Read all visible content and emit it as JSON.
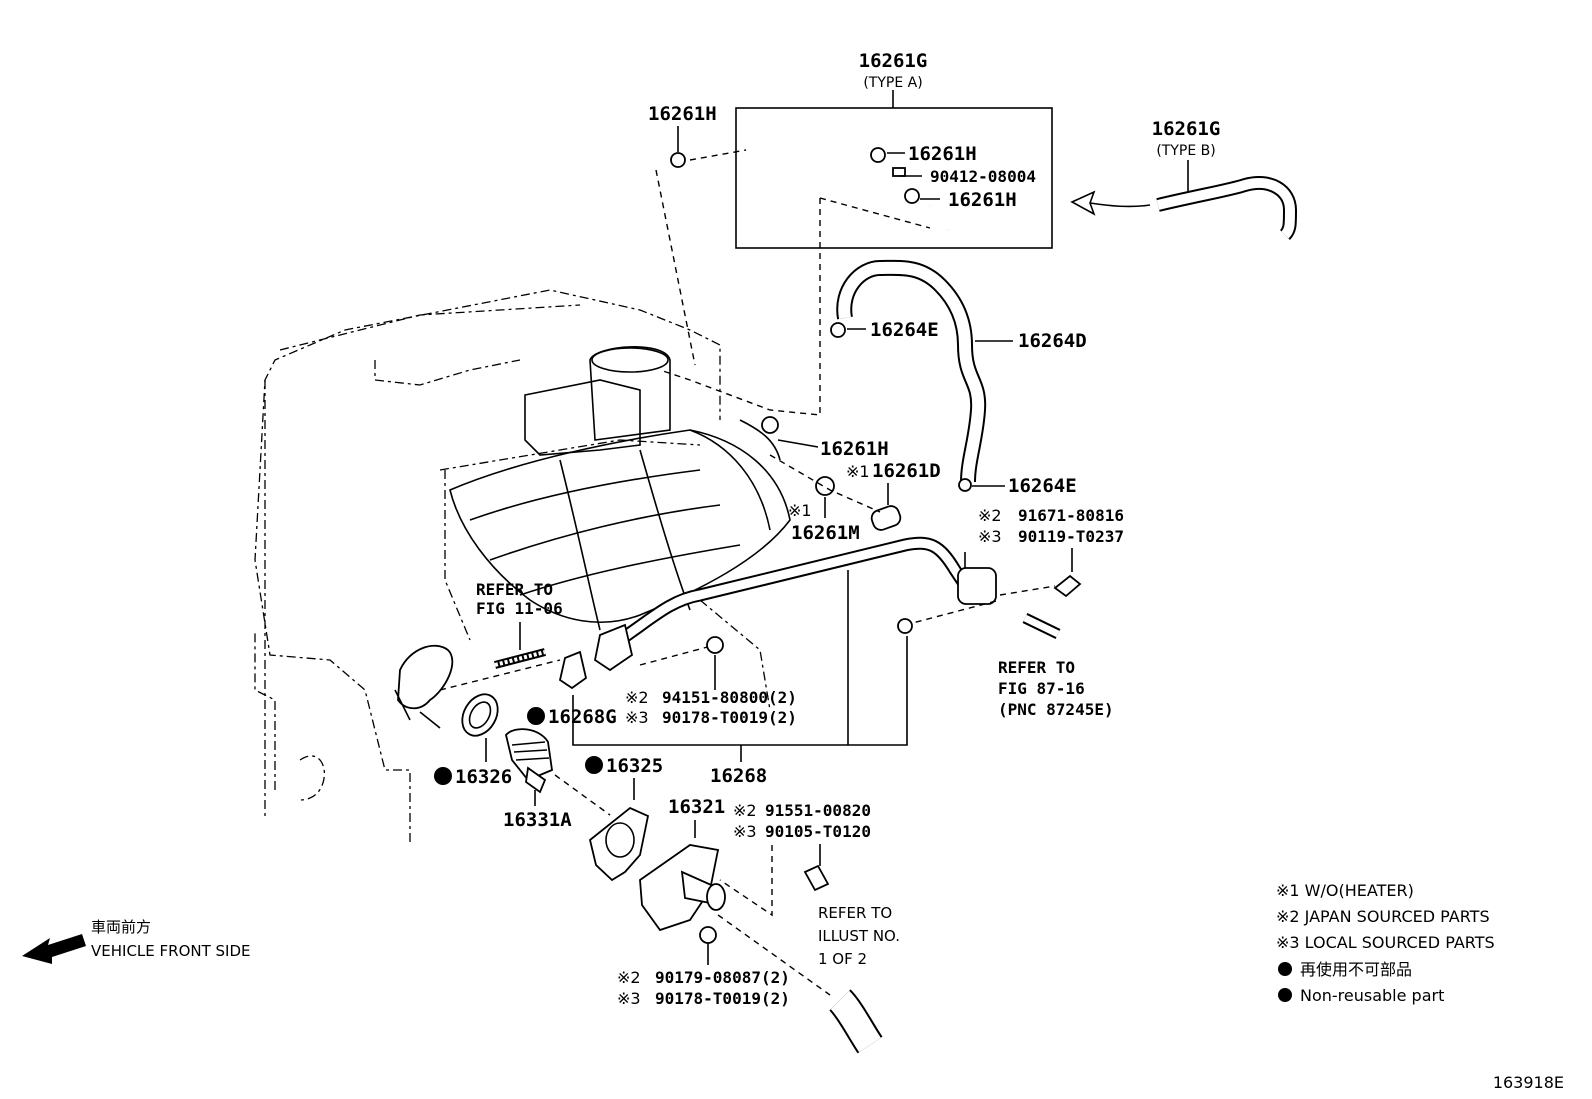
{
  "typeA": {
    "part": "16261G",
    "variant": "(TYPE A)"
  },
  "typeB": {
    "part": "16261G",
    "variant": "(TYPE B)"
  },
  "parts": {
    "p16261H_top": "16261H",
    "p16261H_a": "16261H",
    "p90412": "90412-08004",
    "p16261H_b": "16261H",
    "p16264E_a": "16264E",
    "p16264D": "16264D",
    "p16261H_mid": "16261H",
    "p16261D": "16261D",
    "p16261D_mark": "※1",
    "p16264E_b": "16264E",
    "p16261M": "16261M",
    "p16261M_mark": "※1",
    "p91671": "91671-80816",
    "p91671_mark": "※2",
    "p90119": "90119-T0237",
    "p90119_mark": "※3",
    "p94151": "94151-80800(2)",
    "p94151_mark": "※2",
    "p90178a": "90178-T0019(2)",
    "p90178a_mark": "※3",
    "p16268G": "16268G",
    "p16268": "16268",
    "p16326": "16326",
    "p16325": "16325",
    "p16321": "16321",
    "p16331A": "16331A",
    "p91551": "91551-00820",
    "p91551_mark": "※2",
    "p90105": "90105-T0120",
    "p90105_mark": "※3",
    "p90179": "90179-08087(2)",
    "p90179_mark": "※2",
    "p90178b": "90178-T0019(2)",
    "p90178b_mark": "※3"
  },
  "refs": {
    "ref1": [
      "REFER TO",
      "FIG 11-06"
    ],
    "ref2": [
      "REFER TO",
      "FIG 87-16",
      "(PNC 87245E)"
    ],
    "ref3": [
      "REFER TO",
      "ILLUST NO.",
      "1 OF 2"
    ]
  },
  "vehicle_front": {
    "jp": "車両前方",
    "en": "VEHICLE FRONT SIDE"
  },
  "legend": {
    "n1": "※1 W/O(HEATER)",
    "n2": "※2 JAPAN SOURCED PARTS",
    "n3": "※3 LOCAL SOURCED PARTS",
    "nonreuse_jp": "再使用不可部品",
    "nonreuse_en": "Non-reusable part"
  },
  "figure_id": "163918E"
}
